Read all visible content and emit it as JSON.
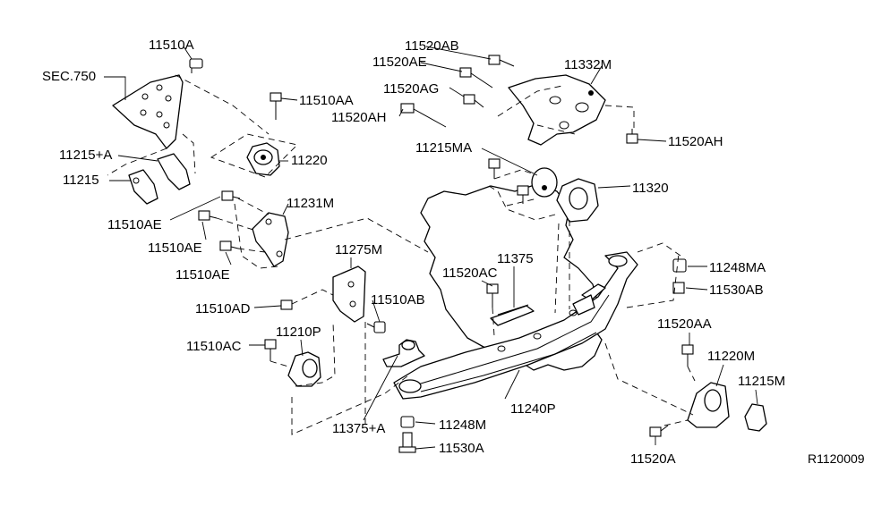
{
  "diagram": {
    "labels": {
      "l_11510A": "11510A",
      "l_SEC750": "SEC.750",
      "l_11510AA": "11510AA",
      "l_11215A": "11215+A",
      "l_11220": "11220",
      "l_11215": "11215",
      "l_11231M": "11231M",
      "l_11510AE_1": "11510AE",
      "l_11510AE_2": "11510AE",
      "l_11510AE_3": "11510AE",
      "l_11275M": "11275M",
      "l_11510AD": "11510AD",
      "l_11510AB": "11510AB",
      "l_11510AC": "11510AC",
      "l_11210P": "11210P",
      "l_11375A": "11375+A",
      "l_11248M": "11248M",
      "l_11530A": "11530A",
      "l_11520AB": "11520AB",
      "l_11520AE": "11520AE",
      "l_11520AG": "11520AG",
      "l_11520AH_1": "11520AH",
      "l_11332M": "11332M",
      "l_11520AH_2": "11520AH",
      "l_11215MA": "11215MA",
      "l_11320": "11320",
      "l_11375": "11375",
      "l_11520AC": "11520AC",
      "l_11240P": "11240P",
      "l_11248MA": "11248MA",
      "l_11530AB": "11530AB",
      "l_11520AA": "11520AA",
      "l_11220M": "11220M",
      "l_11215M": "11215M",
      "l_11520A": "11520A",
      "l_ref": "R1120009"
    }
  }
}
